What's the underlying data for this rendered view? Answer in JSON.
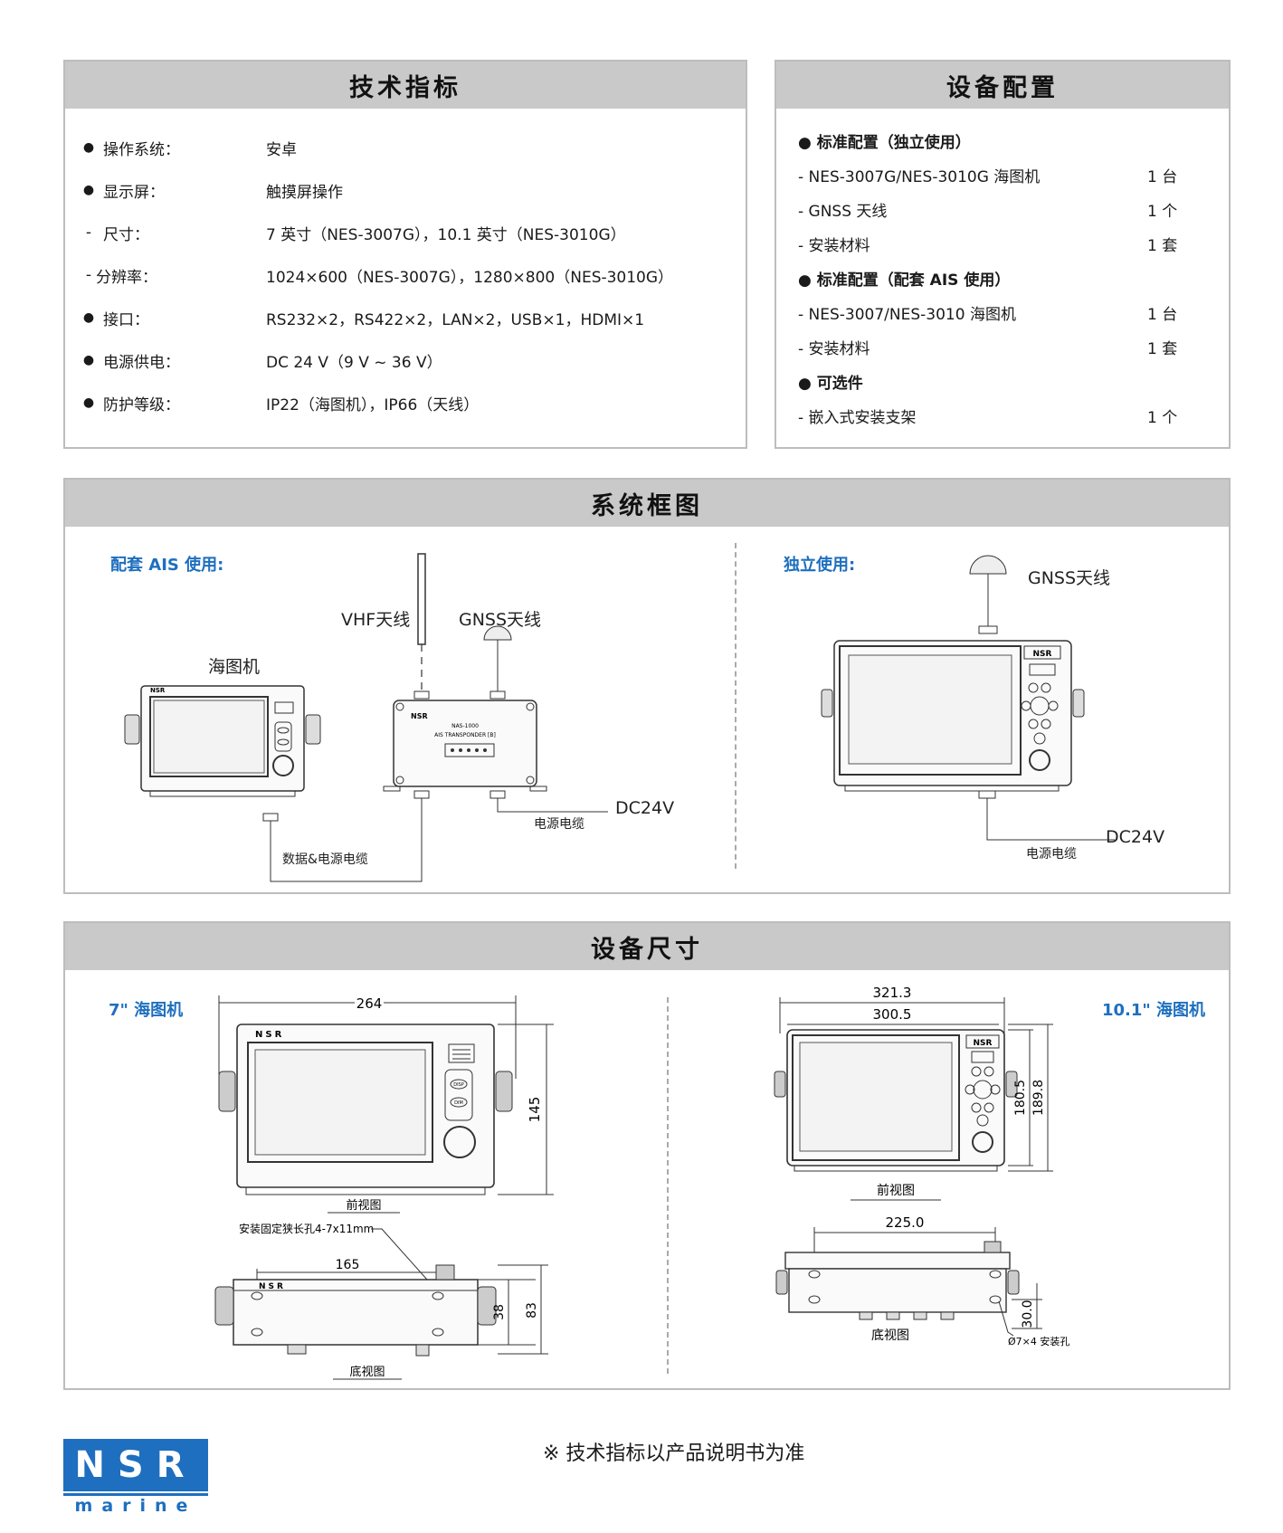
{
  "spec": {
    "title": "技术指标",
    "rows": [
      {
        "marker": "●",
        "label": "操作系统：",
        "value": "安卓"
      },
      {
        "marker": "●",
        "label": "显示屏：",
        "value": "触摸屏操作"
      },
      {
        "marker": "-",
        "label": "尺寸：",
        "value": "7 英寸（NES-3007G），10.1 英寸（NES-3010G）"
      },
      {
        "marker": "-",
        "label": "分辨率：",
        "value": "1024×600（NES-3007G），1280×800（NES-3010G）"
      },
      {
        "marker": "●",
        "label": "接口：",
        "value": "RS232×2，RS422×2，LAN×2，USB×1，HDMI×1"
      },
      {
        "marker": "●",
        "label": "电源供电：",
        "value": "DC 24 V（9 V ~ 36 V）"
      },
      {
        "marker": "●",
        "label": "防护等级：",
        "value": "IP22（海图机），IP66（天线）"
      }
    ]
  },
  "config": {
    "title": "设备配置",
    "rows": [
      {
        "type": "head",
        "text": "● 标准配置（独立使用）",
        "qty": ""
      },
      {
        "type": "item",
        "text": "- NES-3007G/NES-3010G 海图机",
        "qty": "1 台"
      },
      {
        "type": "item",
        "text": "- GNSS 天线",
        "qty": "1 个"
      },
      {
        "type": "item",
        "text": "- 安装材料",
        "qty": "1 套"
      },
      {
        "type": "head",
        "text": "● 标准配置（配套 AIS 使用）",
        "qty": ""
      },
      {
        "type": "item",
        "text": "- NES-3007/NES-3010 海图机",
        "qty": "1 台"
      },
      {
        "type": "item",
        "text": "- 安装材料",
        "qty": "1 套"
      },
      {
        "type": "head",
        "text": "● 可选件",
        "qty": ""
      },
      {
        "type": "item",
        "text": "- 嵌入式安装支架",
        "qty": "1 个"
      }
    ]
  },
  "system": {
    "title": "系统框图",
    "left_label": "配套 AIS 使用:",
    "right_label": "独立使用:",
    "vhf": "VHF天线",
    "gnss_left": "GNSS天线",
    "chartplotter": "海图机",
    "power_cable_left": "电源电缆",
    "dc_left": "DC24V",
    "data_cable": "数据&电源电缆",
    "gnss_right": "GNSS天线",
    "power_cable_right": "电源电缆",
    "dc_right": "DC24V",
    "device_brand": "NSR",
    "ais_model": "NAS-1000",
    "ais_name": "AIS TRANSPONDER [B]"
  },
  "dims": {
    "title": "设备尺寸",
    "left_label": "7\" 海图机",
    "right_label": "10.1\" 海图机",
    "w7": "264",
    "h7": "145",
    "front_view_left": "前视图",
    "slot_note": "安装固定狭长孔4-7x11mm",
    "hole7": "165",
    "d38": "38",
    "d83": "83",
    "bottom_view_left": "底视图",
    "w10a": "321.3",
    "w10b": "300.5",
    "h10a": "180.5",
    "h10b": "189.8",
    "front_view_right": "前视图",
    "hole10": "225.0",
    "d30": "30.0",
    "bottom_view_right": "底视图",
    "hole_note": "Ø7×4 安装孔",
    "btn_disp": "DISP",
    "btn_dim": "DIM"
  },
  "footer": {
    "note": "※ 技术指标以产品说明书为准",
    "logo_top": "NSR",
    "logo_bottom": "marine"
  },
  "colors": {
    "accent": "#1e6fbf",
    "header_bg": "#c9c9c9",
    "border": "#bdbdbd"
  }
}
